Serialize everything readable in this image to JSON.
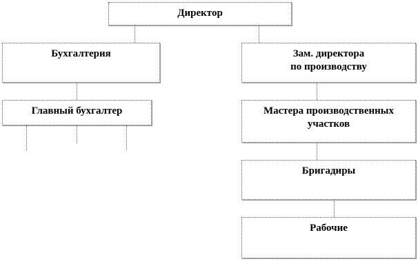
{
  "nodes": {
    "director": "Директор",
    "accounting": "Бухгалтерия",
    "deputy_line1": "Зам. директора",
    "deputy_line2": "по производству",
    "chief_accountant": "Главный бухгалтер",
    "masters_line1": "Мастера производственных",
    "masters_line2": "участков",
    "foremen": "Бригадиры",
    "workers": "Рабочие"
  }
}
